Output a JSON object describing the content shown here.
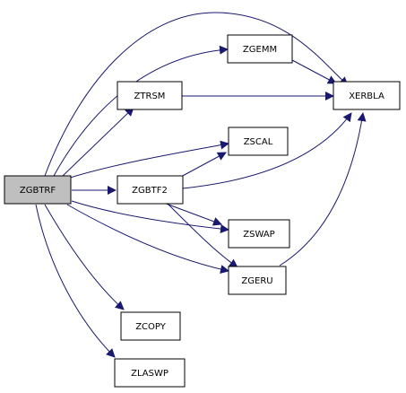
{
  "colors": {
    "edge": "#191970",
    "node_fill": "#ffffff",
    "root_fill": "#bfbfbf",
    "border": "#000000"
  },
  "nodes": {
    "zgbtrf": {
      "label": "ZGBTRF"
    },
    "zgemm": {
      "label": "ZGEMM"
    },
    "ztrsm": {
      "label": "ZTRSM"
    },
    "xerbla": {
      "label": "XERBLA"
    },
    "zscal": {
      "label": "ZSCAL"
    },
    "zgbtf2": {
      "label": "ZGBTF2"
    },
    "zswap": {
      "label": "ZSWAP"
    },
    "zgeru": {
      "label": "ZGERU"
    },
    "zcopy": {
      "label": "ZCOPY"
    },
    "zlaswp": {
      "label": "ZLASWP"
    }
  },
  "edges": [
    {
      "from": "ZGBTRF",
      "to": "ZGEMM"
    },
    {
      "from": "ZGBTRF",
      "to": "XERBLA"
    },
    {
      "from": "ZGBTRF",
      "to": "ZTRSM"
    },
    {
      "from": "ZGBTRF",
      "to": "ZSCAL"
    },
    {
      "from": "ZGBTRF",
      "to": "ZGBTF2"
    },
    {
      "from": "ZGBTRF",
      "to": "ZSWAP"
    },
    {
      "from": "ZGBTRF",
      "to": "ZGERU"
    },
    {
      "from": "ZGBTRF",
      "to": "ZCOPY"
    },
    {
      "from": "ZGBTRF",
      "to": "ZLASWP"
    },
    {
      "from": "ZGEMM",
      "to": "XERBLA"
    },
    {
      "from": "ZTRSM",
      "to": "XERBLA"
    },
    {
      "from": "ZGBTF2",
      "to": "ZSCAL"
    },
    {
      "from": "ZGBTF2",
      "to": "XERBLA"
    },
    {
      "from": "ZGBTF2",
      "to": "ZSWAP"
    },
    {
      "from": "ZGBTF2",
      "to": "ZGERU"
    },
    {
      "from": "ZGERU",
      "to": "XERBLA"
    }
  ]
}
